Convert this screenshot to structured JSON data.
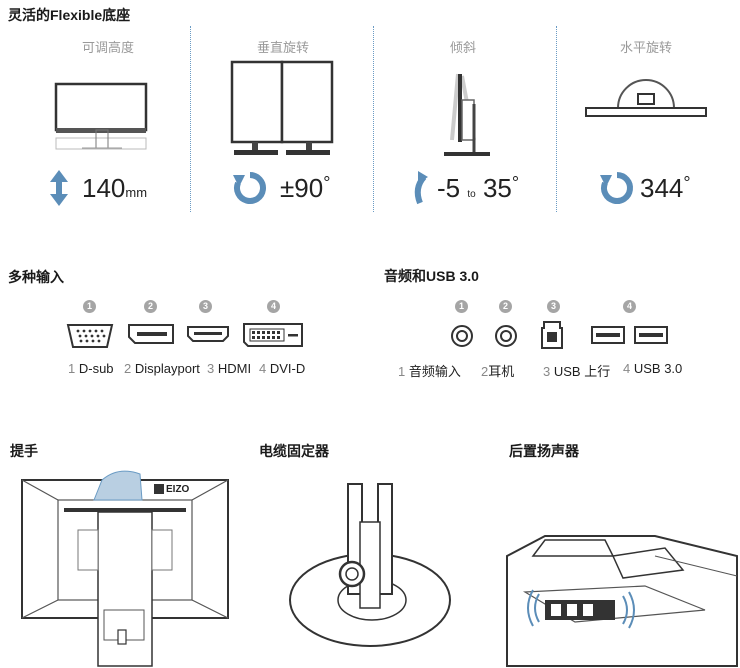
{
  "section1": {
    "title": "灵活的Flexible底座",
    "cols": [
      {
        "label": "可调高度",
        "value": "140",
        "unit": "mm"
      },
      {
        "label": "垂直旋转",
        "value": "±90",
        "unit": "°"
      },
      {
        "label": "倾斜",
        "from": "-5",
        "to_word": "to",
        "to": "35",
        "unit": "°"
      },
      {
        "label": "水平旋转",
        "value": "344",
        "unit": "°"
      }
    ]
  },
  "inputs": {
    "title": "多种输入",
    "nums": [
      "1",
      "2",
      "3",
      "4"
    ],
    "labels": [
      {
        "n": "1",
        "text": "D-sub"
      },
      {
        "n": "2",
        "text": "Displayport"
      },
      {
        "n": "3",
        "text": "HDMI"
      },
      {
        "n": "4",
        "text": "DVI-D"
      }
    ]
  },
  "audio": {
    "title": "音频和USB 3.0",
    "nums": [
      "1",
      "2",
      "3",
      "4"
    ],
    "labels": [
      {
        "n": "1",
        "text": "音频输入"
      },
      {
        "n": "2",
        "text": "耳机"
      },
      {
        "n": "3",
        "text": "USB 上行"
      },
      {
        "n": "4",
        "text": "USB 3.0"
      }
    ]
  },
  "bottom": {
    "handle_title": "提手",
    "cable_title": "电缆固定器",
    "speaker_title": "后置扬声器",
    "brand": "EIZO"
  },
  "colors": {
    "accent": "#5b8db8",
    "divider": "#6a9bc4",
    "badge": "#a5a5a5"
  }
}
